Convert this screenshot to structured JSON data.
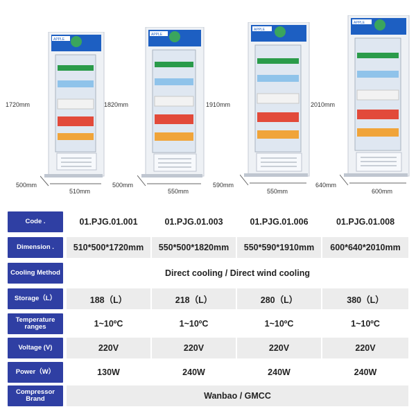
{
  "products": [
    {
      "height_label": "1720mm",
      "depth_label": "500mm",
      "width_label": "510mm",
      "brand": "APPLE"
    },
    {
      "height_label": "1820mm",
      "depth_label": "500mm",
      "width_label": "550mm",
      "brand": "APPLE"
    },
    {
      "height_label": "1910mm",
      "depth_label": "590mm",
      "width_label": "550mm",
      "brand": "APPLE"
    },
    {
      "height_label": "2010mm",
      "depth_label": "640mm",
      "width_label": "600mm",
      "brand": "APPLE"
    }
  ],
  "spec_table": {
    "rows": [
      {
        "label": "Code .",
        "values": [
          "01.PJG.01.001",
          "01.PJG.01.003",
          "01.PJG.01.006",
          "01.PJG.01.008"
        ]
      },
      {
        "label": "Dimension .",
        "values": [
          "510*500*1720mm",
          "550*500*1820mm",
          "550*590*1910mm",
          "600*640*2010mm"
        ]
      },
      {
        "label": "Cooling Method",
        "span_value": "Direct cooling / Direct wind cooling"
      },
      {
        "label": "Storage（L）",
        "values": [
          "188（L）",
          "218（L）",
          "280（L）",
          "380（L）"
        ]
      },
      {
        "label": "Temperature ranges",
        "values": [
          "1~10ºC",
          "1~10ºC",
          "1~10ºC",
          "1~10ºC"
        ]
      },
      {
        "label": "Voltage (V)",
        "values": [
          "220V",
          "220V",
          "220V",
          "220V"
        ]
      },
      {
        "label": "Power（W）",
        "values": [
          "130W",
          "240W",
          "240W",
          "240W"
        ]
      },
      {
        "label": "Compressor Brand",
        "span_value": "Wanbao / GMCC"
      }
    ]
  },
  "colors": {
    "label_bg": "#2f3fa3",
    "cell_shade": "#ececec",
    "fridge_frame": "#e9edf3",
    "header_blue": "#1d5fc2"
  }
}
